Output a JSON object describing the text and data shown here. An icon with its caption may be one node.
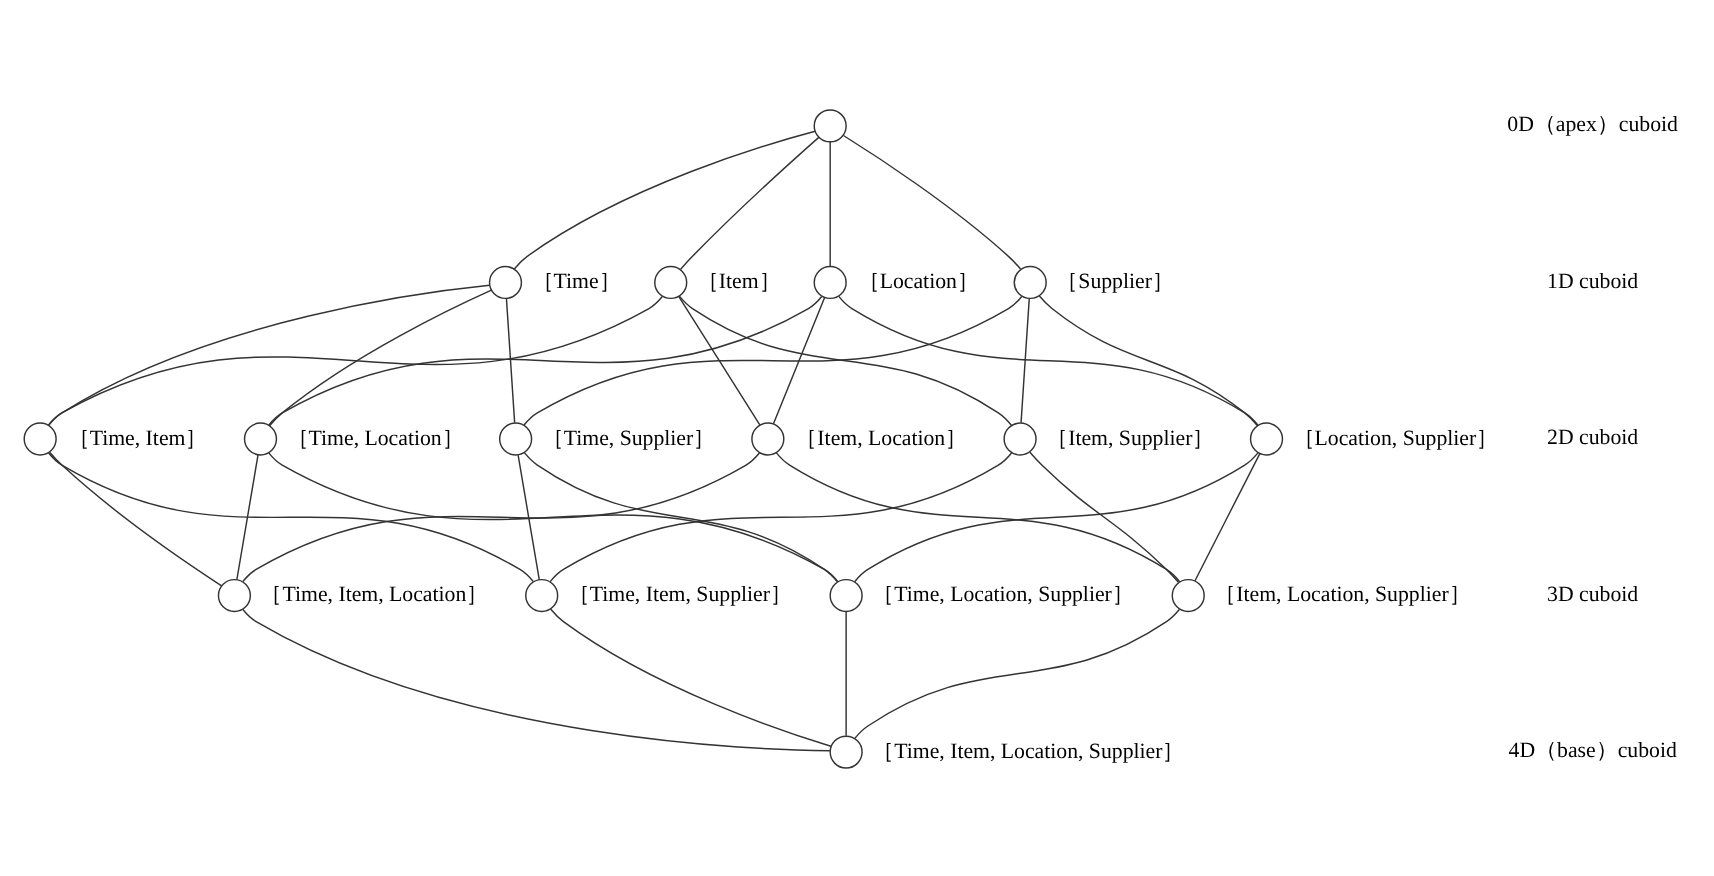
{
  "diagram": {
    "nodes": [
      {
        "text": [],
        "shape": "circle"
      },
      {
        "text": [],
        "shape": "circle",
        "beside": [
          "［Time］"
        ]
      },
      {
        "text": [],
        "shape": "circle",
        "beside": [
          "［Item］"
        ]
      },
      {
        "text": [],
        "shape": "circle",
        "beside": [
          "［Location］"
        ]
      },
      {
        "text": [],
        "shape": "circle",
        "beside": [
          "［Supplier］"
        ]
      },
      {
        "text": [],
        "shape": "circle",
        "beside": [
          "［Time, Item］"
        ]
      },
      {
        "text": [],
        "shape": "circle",
        "beside": [
          "［Time, Location］"
        ]
      },
      {
        "text": [],
        "shape": "circle",
        "beside": [
          "［Time, Supplier］"
        ]
      },
      {
        "text": [],
        "shape": "circle",
        "beside": [
          "［Item, Location］"
        ]
      },
      {
        "text": [],
        "shape": "circle",
        "beside": [
          "［Item, Supplier］"
        ]
      },
      {
        "text": [],
        "shape": "circle",
        "beside": [
          "［Location, Supplier］"
        ]
      },
      {
        "text": [],
        "shape": "circle",
        "beside": [
          "［Time, Item, Location］"
        ]
      },
      {
        "text": [],
        "shape": "circle",
        "beside": [
          "［Time, Item, Supplier］"
        ]
      },
      {
        "text": [],
        "shape": "circle",
        "beside": [
          "［Time, Location, Supplier］"
        ]
      },
      {
        "text": [],
        "shape": "circle",
        "beside": [
          "［Item, Location, Supplier］"
        ]
      },
      {
        "text": [],
        "shape": "circle",
        "beside": [
          "［Time, Item, Location, Supplier］"
        ]
      }
    ],
    "edges": [
      {
        "from": 0,
        "to": 1,
        "arrow": "none"
      },
      {
        "from": 0,
        "to": 2,
        "arrow": "none"
      },
      {
        "from": 0,
        "to": 3,
        "arrow": "none"
      },
      {
        "from": 0,
        "to": 4,
        "arrow": "none"
      },
      {
        "from": 1,
        "to": 5,
        "arrow": "none"
      },
      {
        "from": 1,
        "to": 6,
        "arrow": "none"
      },
      {
        "from": 1,
        "to": 7,
        "arrow": "none"
      },
      {
        "from": 2,
        "to": 5,
        "arrow": "none"
      },
      {
        "from": 2,
        "to": 8,
        "arrow": "none"
      },
      {
        "from": 2,
        "to": 9,
        "arrow": "none"
      },
      {
        "from": 3,
        "to": 6,
        "arrow": "none"
      },
      {
        "from": 3,
        "to": 8,
        "arrow": "none"
      },
      {
        "from": 3,
        "to": 10,
        "arrow": "none"
      },
      {
        "from": 4,
        "to": 7,
        "arrow": "none"
      },
      {
        "from": 4,
        "to": 9,
        "arrow": "none"
      },
      {
        "from": 4,
        "to": 10,
        "arrow": "none"
      },
      {
        "from": 5,
        "to": 11,
        "arrow": "none"
      },
      {
        "from": 5,
        "to": 12,
        "arrow": "none"
      },
      {
        "from": 6,
        "to": 11,
        "arrow": "none"
      },
      {
        "from": 6,
        "to": 13,
        "arrow": "none"
      },
      {
        "from": 7,
        "to": 12,
        "arrow": "none"
      },
      {
        "from": 7,
        "to": 13,
        "arrow": "none"
      },
      {
        "from": 8,
        "to": 11,
        "arrow": "none"
      },
      {
        "from": 8,
        "to": 14,
        "arrow": "none"
      },
      {
        "from": 9,
        "to": 12,
        "arrow": "none"
      },
      {
        "from": 9,
        "to": 14,
        "arrow": "none"
      },
      {
        "from": 10,
        "to": 13,
        "arrow": "none"
      },
      {
        "from": 10,
        "to": 14,
        "arrow": "none"
      },
      {
        "from": 11,
        "to": 15,
        "arrow": "none"
      },
      {
        "from": 12,
        "to": 15,
        "arrow": "none"
      },
      {
        "from": 13,
        "to": 15,
        "arrow": "none"
      },
      {
        "from": 14,
        "to": 15,
        "arrow": "none"
      }
    ],
    "labels": [
      "0D（apex）cuboid",
      "1D cuboid",
      "2D cuboid",
      "3D cuboid",
      "4D（base）cuboid"
    ]
  }
}
